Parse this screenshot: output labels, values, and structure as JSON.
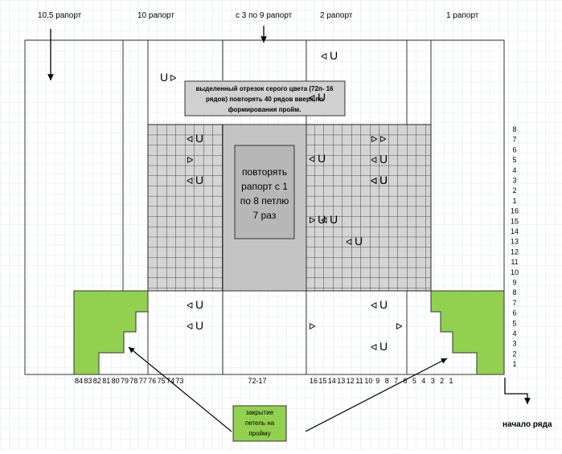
{
  "headers": {
    "r10_5": "10,5 рапорт",
    "r10": "10 рапорт",
    "r3_9": "с 3 по 9 рапорт",
    "r2": "2 рапорт",
    "r1": "1 рапорт"
  },
  "notes": {
    "gray_line1": "выделенный отрезок серого цвета (72п- 16",
    "gray_line2": "рядов) повторять 40 рядов вверх,по",
    "gray_line3": "формирования пройм.",
    "repeat_line1": "повторять",
    "repeat_line2": "рапорт с 1",
    "repeat_line3": "по 8 петлю",
    "repeat_line4": "7 раз",
    "closing_line1": "закрытие",
    "closing_line2": "петель на",
    "closing_line3": "пройму",
    "start_row": "начало ряда"
  },
  "bottom_numbers_left": [
    "84",
    "83",
    "82",
    "81",
    "80",
    "79",
    "78",
    "77",
    "76",
    "75",
    "74",
    "73"
  ],
  "bottom_middle": "72-17",
  "bottom_numbers_right": [
    "16",
    "15",
    "14",
    "13",
    "12",
    "11",
    "10",
    "9",
    "8",
    "7",
    "6",
    "5",
    "4",
    "3",
    "2",
    "1"
  ],
  "row_numbers": [
    "8",
    "7",
    "6",
    "5",
    "4",
    "3",
    "2",
    "1",
    "16",
    "15",
    "14",
    "13",
    "12",
    "11",
    "10",
    "9",
    "8",
    "7",
    "6",
    "5",
    "4",
    "3",
    "2",
    "1"
  ],
  "symbols": [
    {
      "a": "U",
      "b": "ᐅ"
    },
    {
      "a": "ᐊ",
      "b": "U"
    },
    {
      "a": "ᐊ",
      "b": "U"
    },
    {
      "a": "ᐊ",
      "b": "U"
    },
    {
      "a": "ᐅ",
      "b": ""
    },
    {
      "a": "ᐊ",
      "b": "U"
    },
    {
      "a": "ᐊ",
      "b": "U"
    },
    {
      "a": "ᐅ",
      "b": "ᐅ"
    },
    {
      "a": "ᐊ",
      "b": "U"
    },
    {
      "a": "ᐊ",
      "b": "U"
    },
    {
      "a": "ᐅ",
      "b": "U"
    },
    {
      "a": "ᐊ",
      "b": "U"
    },
    {
      "a": "ᐊ",
      "b": "U"
    },
    {
      "a": "ᐊ",
      "b": "U"
    },
    {
      "a": "ᐊ",
      "b": "U"
    },
    {
      "a": "ᐊ",
      "b": "U"
    },
    {
      "a": "ᐅ",
      "b": ""
    },
    {
      "a": "ᐊ",
      "b": "U"
    },
    {
      "a": "ᐅ",
      "b": ""
    },
    {
      "a": "ᐊ",
      "b": "U"
    }
  ]
}
